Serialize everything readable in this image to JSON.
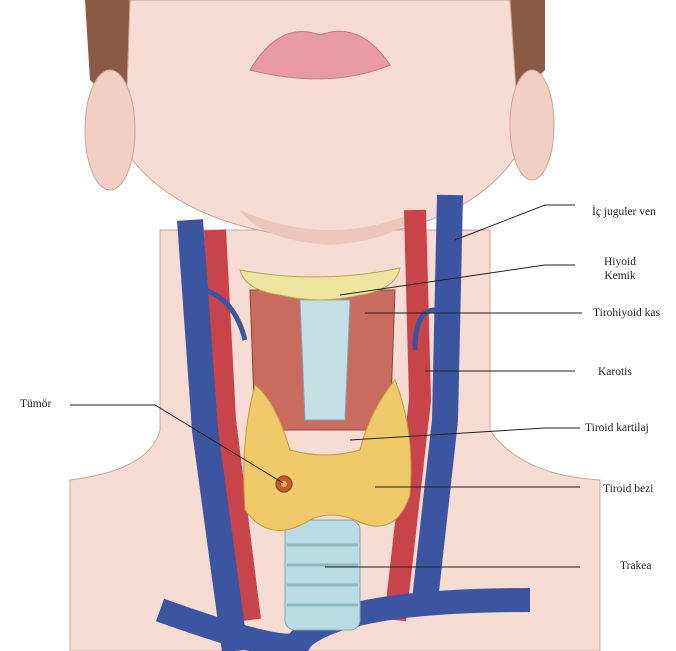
{
  "title": "Tiroid anatomisi",
  "labels": {
    "ic_juguler_ven": "İç juguler ven",
    "hiyoid_line1": "Hiyoid",
    "hiyoid_line2": "Kemik",
    "tirohiyoid_kas": "Tirohiyoid kas",
    "karotis": "Karotis",
    "tiroid_kartilaj": "Tiroid kartilaj",
    "tiroid_bezi": "Tiroid bezi",
    "trakea": "Trakea",
    "tumor": "Tümör"
  },
  "colors": {
    "skin": "#f6dcd2",
    "vein": "#3c55a0",
    "artery": "#c8434a",
    "thyroid": "#efc96a",
    "hyoid": "#efe3a0",
    "trachea": "#b9dbe3",
    "hair": "#8a5a45"
  }
}
